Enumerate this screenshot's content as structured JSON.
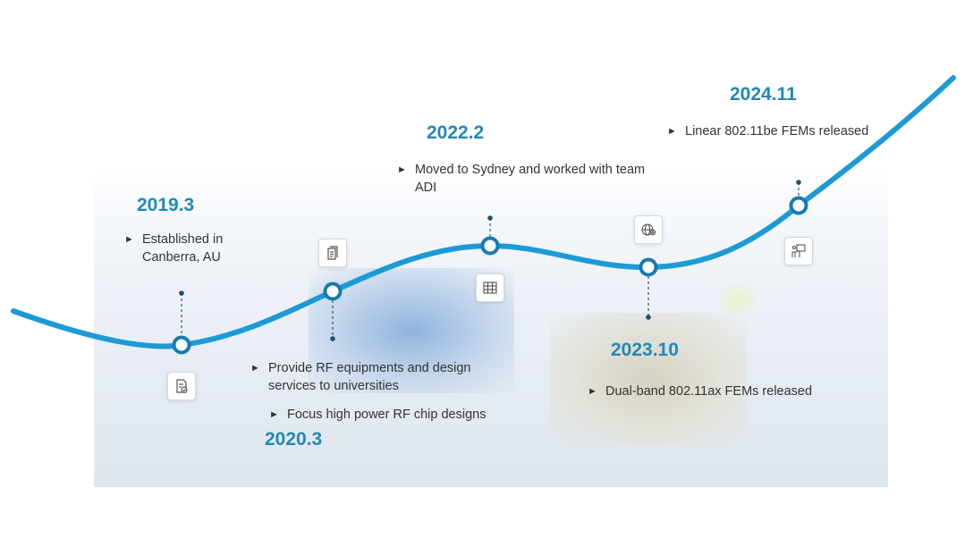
{
  "milestones": [
    {
      "year": "2019.3",
      "text": "Established in Canberra, AU",
      "icon": "document-check-icon"
    },
    {
      "year": "2020.3",
      "text": "Provide RF equipments and design services to universities",
      "text2": "Focus high power RF chip designs",
      "icon": "document-list-icon"
    },
    {
      "year": "2022.2",
      "text": "Moved to Sydney and worked with team ADI",
      "icon": "server-rack-icon"
    },
    {
      "year": "2023.10",
      "text": "Dual-band 802.11ax FEMs released",
      "icon": "globe-gear-icon"
    },
    {
      "year": "2024.11",
      "text": "Linear 802.11be FEMs released",
      "icon": "presentation-icon"
    }
  ],
  "colors": {
    "accent": "#2289b5",
    "line": "#1d9ad6",
    "node": "#167bb0"
  }
}
